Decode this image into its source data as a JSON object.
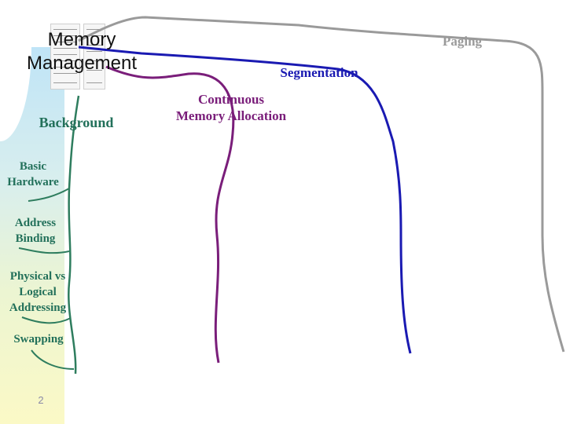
{
  "slide": {
    "title": "Memory\nManagement",
    "page_number": "2"
  },
  "topics": {
    "background": "Background",
    "continuous": "Continuous\nMemory Allocation",
    "segmentation": "Segmentation",
    "paging": "Paging"
  },
  "background_items": [
    "Basic\nHardware",
    "Address\nBinding",
    "Physical vs\nLogical\nAddressing",
    "Swapping"
  ],
  "colors": {
    "background_branch": "#2e7d5e",
    "continuous_branch": "#7a1e7a",
    "segmentation_branch": "#1a1ab2",
    "paging_branch": "#9a9a9a"
  }
}
